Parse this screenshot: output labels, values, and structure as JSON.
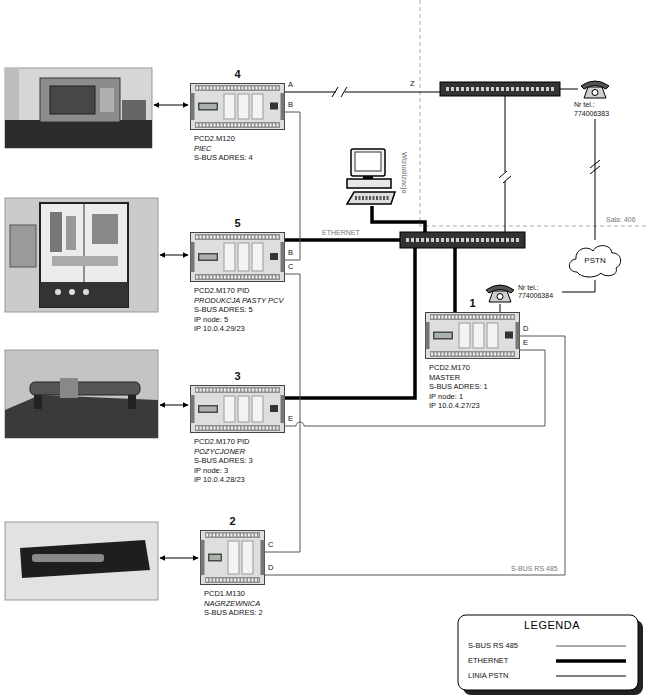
{
  "diagram": {
    "nodes": [
      {
        "text": [
          "4",
          "PCD2.M120",
          "PIEC",
          "S-BUS ADRES: 4"
        ]
      },
      {
        "text": [
          "Nr tel.: 774006383"
        ]
      },
      {
        "text": [
          "Wizualizacja"
        ]
      },
      {
        "text": [
          "5",
          "PCD2.M170 PID",
          "PRODUKCJA PASTY PCV",
          "S-BUS ADRES: 5",
          "IP node: 5",
          "IP 10.0.4.29/23"
        ]
      },
      {
        "text": [
          "PSTN"
        ]
      },
      {
        "text": [
          "Nr tel.: 774006384"
        ]
      },
      {
        "text": [
          "1",
          "PCD2.M170",
          "MASTER",
          "S-BUS ADRES: 1",
          "IP node: 1",
          "IP 10.0.4.27/23"
        ]
      },
      {
        "text": [
          "3",
          "PCD2.M170 PID",
          "POZYCJONER",
          "S-BUS ADRES: 3",
          "IP node: 3",
          "IP 10.0.4.28/23"
        ]
      },
      {
        "text": [
          "2",
          "PCD1.M130",
          "NAGRZEWNICA",
          "S-BUS ADRES: 2"
        ]
      }
    ],
    "edges": [
      {
        "from": 0,
        "to": 3,
        "arrow": "none"
      },
      {
        "from": 3,
        "to": 8,
        "arrow": "none"
      },
      {
        "from": 8,
        "to": 6,
        "label": "S-BUS RS 485",
        "arrow": "none"
      },
      {
        "from": 7,
        "to": 6,
        "arrow": "none"
      },
      {
        "from": 1,
        "to": 4,
        "arrow": "none"
      },
      {
        "from": 4,
        "to": 5,
        "arrow": "none"
      },
      {
        "from": 6,
        "to": 5,
        "arrow": "none"
      }
    ],
    "labels": [
      "A",
      "B",
      "Z",
      "Sala: 406",
      "ETHERNET",
      "B",
      "C",
      "D",
      "E",
      "E",
      "C",
      "D",
      "LEGENDA"
    ],
    "legend": [
      {
        "text": "S-BUS RS 485"
      },
      {
        "text": "ETHERNET"
      },
      {
        "text": "LINIA PSTN"
      }
    ]
  }
}
